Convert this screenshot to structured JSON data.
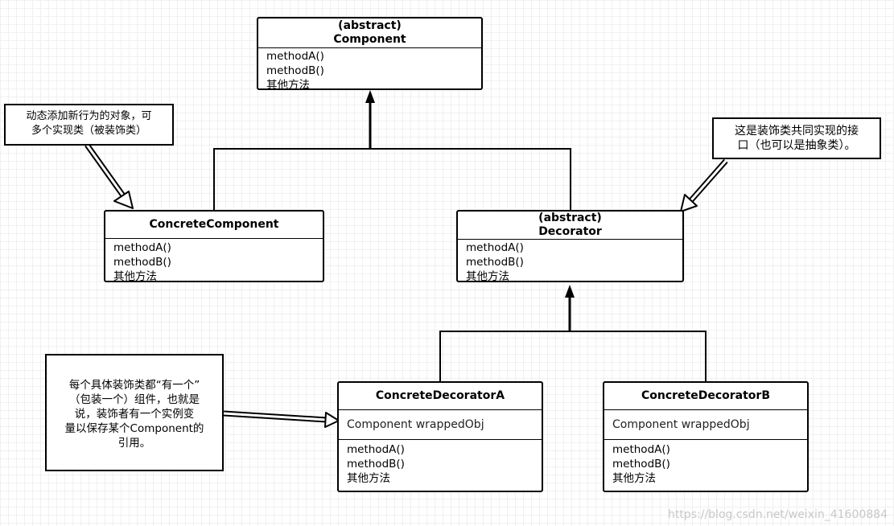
{
  "component": {
    "stereotype": "(abstract)",
    "name": "Component",
    "methods": [
      "methodA()",
      "methodB()",
      "其他方法"
    ]
  },
  "concrete_component": {
    "name": "ConcreteComponent",
    "methods": [
      "methodA()",
      "methodB()",
      "其他方法"
    ]
  },
  "decorator": {
    "stereotype": "(abstract)",
    "name": "Decorator",
    "methods": [
      "methodA()",
      "methodB()",
      "其他方法"
    ]
  },
  "concrete_decorator_a": {
    "name": "ConcreteDecoratorA",
    "field": "Component wrappedObj",
    "methods": [
      "methodA()",
      "methodB()",
      "其他方法"
    ]
  },
  "concrete_decorator_b": {
    "name": "ConcreteDecoratorB",
    "field": "Component wrappedObj",
    "methods": [
      "methodA()",
      "methodB()",
      "其他方法"
    ]
  },
  "notes": {
    "concrete_component": {
      "line1": "动态添加新行为的对象，可",
      "line2": "多个实现类（被装饰类）"
    },
    "decorator": {
      "line1": "这是装饰类共同实现的接",
      "line2": "口（也可以是抽象类）。"
    },
    "concrete_decorator": {
      "line1": "每个具体装饰类都“有一个”",
      "line2": "（包装一个）组件，也就是",
      "line3": "说，装饰者有一个实例变",
      "line4": "量以保存某个Component的",
      "line5": "引用。"
    }
  },
  "watermark": "https://blog.csdn.net/weixin_41600884"
}
